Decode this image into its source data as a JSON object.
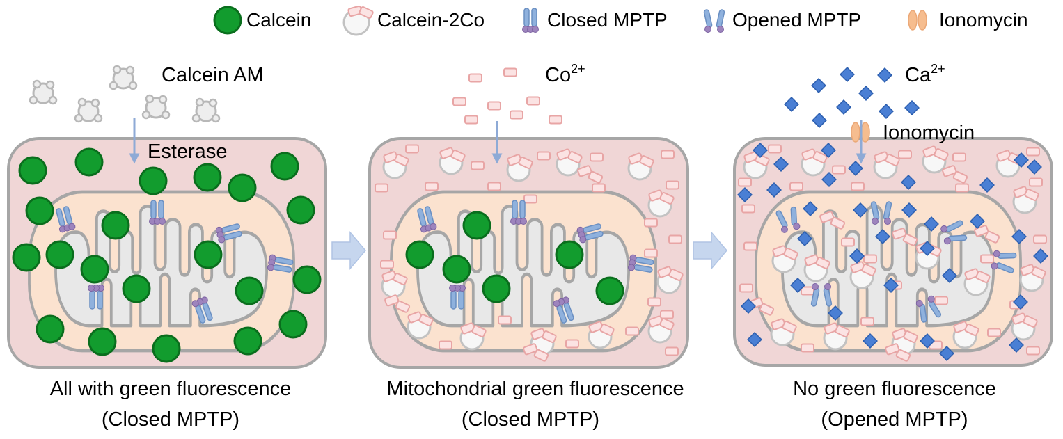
{
  "legend": {
    "calcein": "Calcein",
    "calcein_2co": "Calcein-2Co",
    "closed_mptp": "Closed MPTP",
    "opened_mptp": "Opened MPTP",
    "ionomycin": "Ionomycin"
  },
  "panels": [
    {
      "reagent": "Calcein AM",
      "enzyme": "Esterase",
      "caption_line1": "All with green fluorescence",
      "caption_line2": "(Closed MPTP)"
    },
    {
      "reagent_base": "Co",
      "reagent_sup": "2+",
      "caption_line1": "Mitochondrial green fluorescence",
      "caption_line2": "(Closed MPTP)"
    },
    {
      "reagent_base": "Ca",
      "reagent_sup": "2+",
      "agent": "Ionomycin",
      "caption_line1": "No green fluorescence",
      "caption_line2": "(Opened MPTP)"
    }
  ],
  "colors": {
    "cell_fill": "#f0d6d6",
    "cell_border": "#a6a6a6",
    "mito_outer_fill": "#fbe2cf",
    "matrix_fill": "#e8e8e8",
    "calcein_green": "#129c2e",
    "calcein_green_border": "#0a6e1d",
    "cobalt_pink": "#e8a5a5",
    "calcium_blue": "#4a7fd4",
    "mptp_blue": "#8fb1dd",
    "mptp_purple": "#9d84bd",
    "ionomycin_orange": "#f6bd8f",
    "arrow_blue": "#8eaad6",
    "transition_arrow": "#c6d6ee"
  }
}
